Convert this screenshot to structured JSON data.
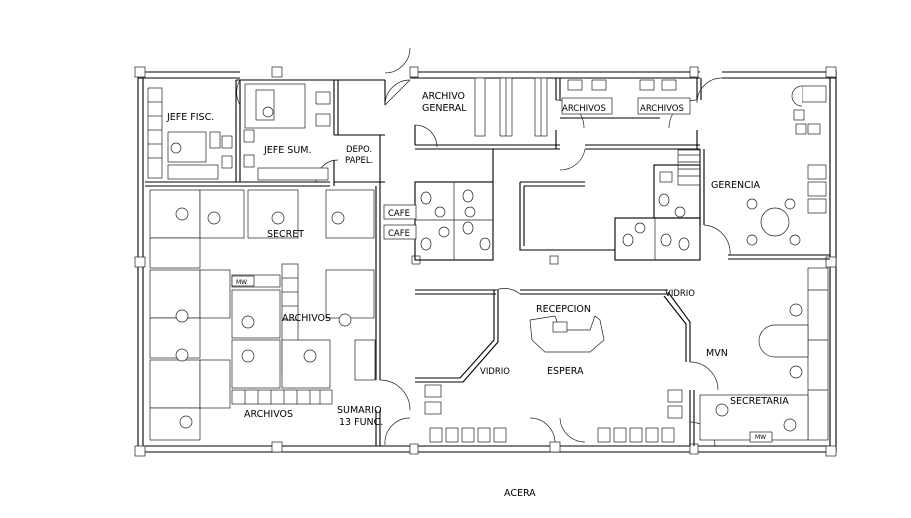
{
  "labels": {
    "jefe_fisc": "JEFE FISC.",
    "jefe_sum": "JEFE SUM.",
    "depo_1": "DEPO.",
    "depo_2": "PAPEL.",
    "archivo_general_1": "ARCHIVO",
    "archivo_general_2": "GENERAL",
    "archivos_top_1": "ARCHIVOS",
    "archivos_top_2": "ARCHIVOS",
    "gerencia": "GERENCIA",
    "cafe_1": "CAFE",
    "cafe_2": "CAFE",
    "secret": "SECRET",
    "mw_left": "MW",
    "archivos_mid": "ARCHIVOS",
    "archivos_bottom": "ARCHIVOS",
    "sumario_1": "SUMARIO",
    "sumario_2": "13 FUNC.",
    "recepcion": "RECEPCION",
    "vidrio_right": "VIDRIO",
    "vidrio_left": "VIDRIO",
    "espera": "ESPERA",
    "mvn": "MVN",
    "secretaria": "SECRETARIA",
    "mw_right": "MW",
    "acera": "ACERA"
  }
}
